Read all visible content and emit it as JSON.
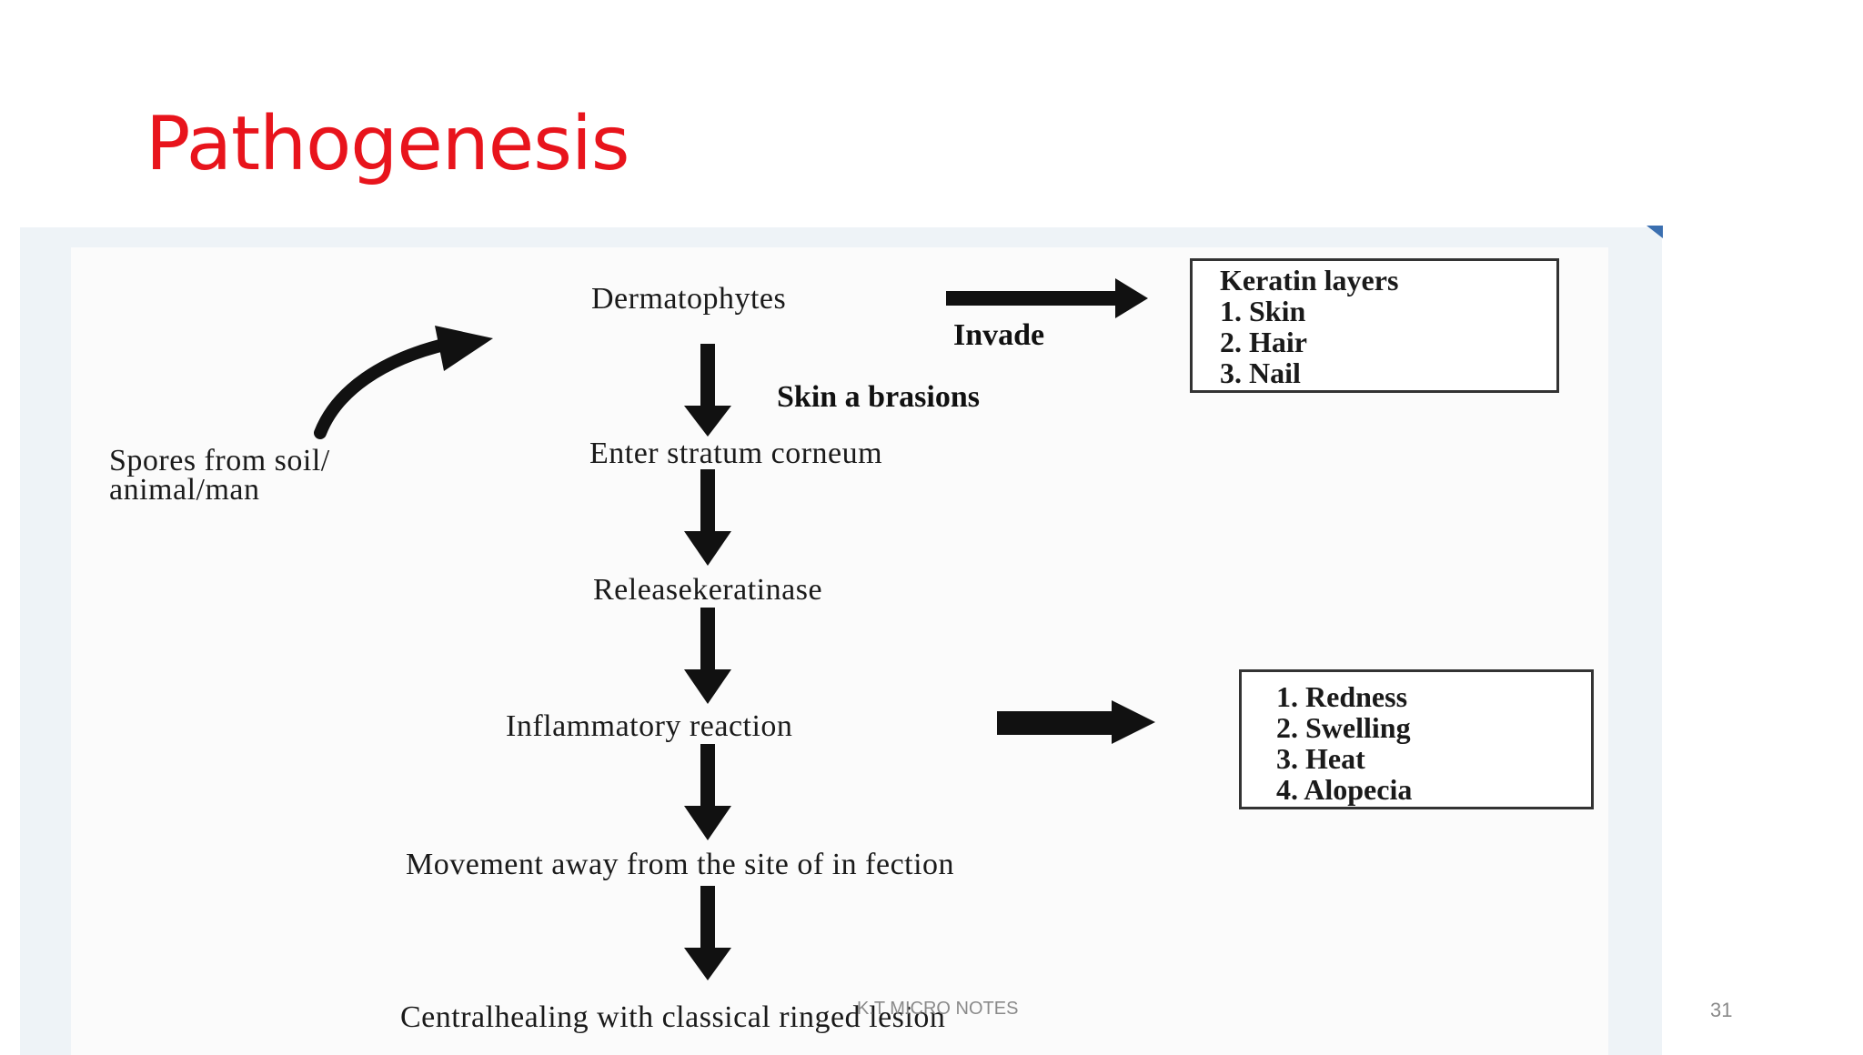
{
  "slide": {
    "title": "Pathogenesis",
    "footer": "K.T MICRO NOTES",
    "page_number": "31"
  },
  "diagram": {
    "nodes": {
      "dermatophytes": "Dermatophytes",
      "enter_stratum": "Enter stratum corneum",
      "release": "Releasekeratinase",
      "inflammatory": "Inflammatory reaction",
      "movement": "Movement away from the site of in fection",
      "central": "Centralhealing with classical ringed lesion",
      "spores_line1": "Spores from soil/",
      "spores_line2": "animal/man"
    },
    "edge_labels": {
      "invade": "Invade",
      "skin_abrasions": "Skin a brasions"
    },
    "keratin_box": {
      "heading": "Keratin layers",
      "items": [
        "1. Skin",
        "2. Hair",
        "3. Nail"
      ]
    },
    "symptoms_box": {
      "items": [
        "1. Redness",
        "2. Swelling",
        "3. Heat",
        "4. Alopecia"
      ]
    }
  }
}
